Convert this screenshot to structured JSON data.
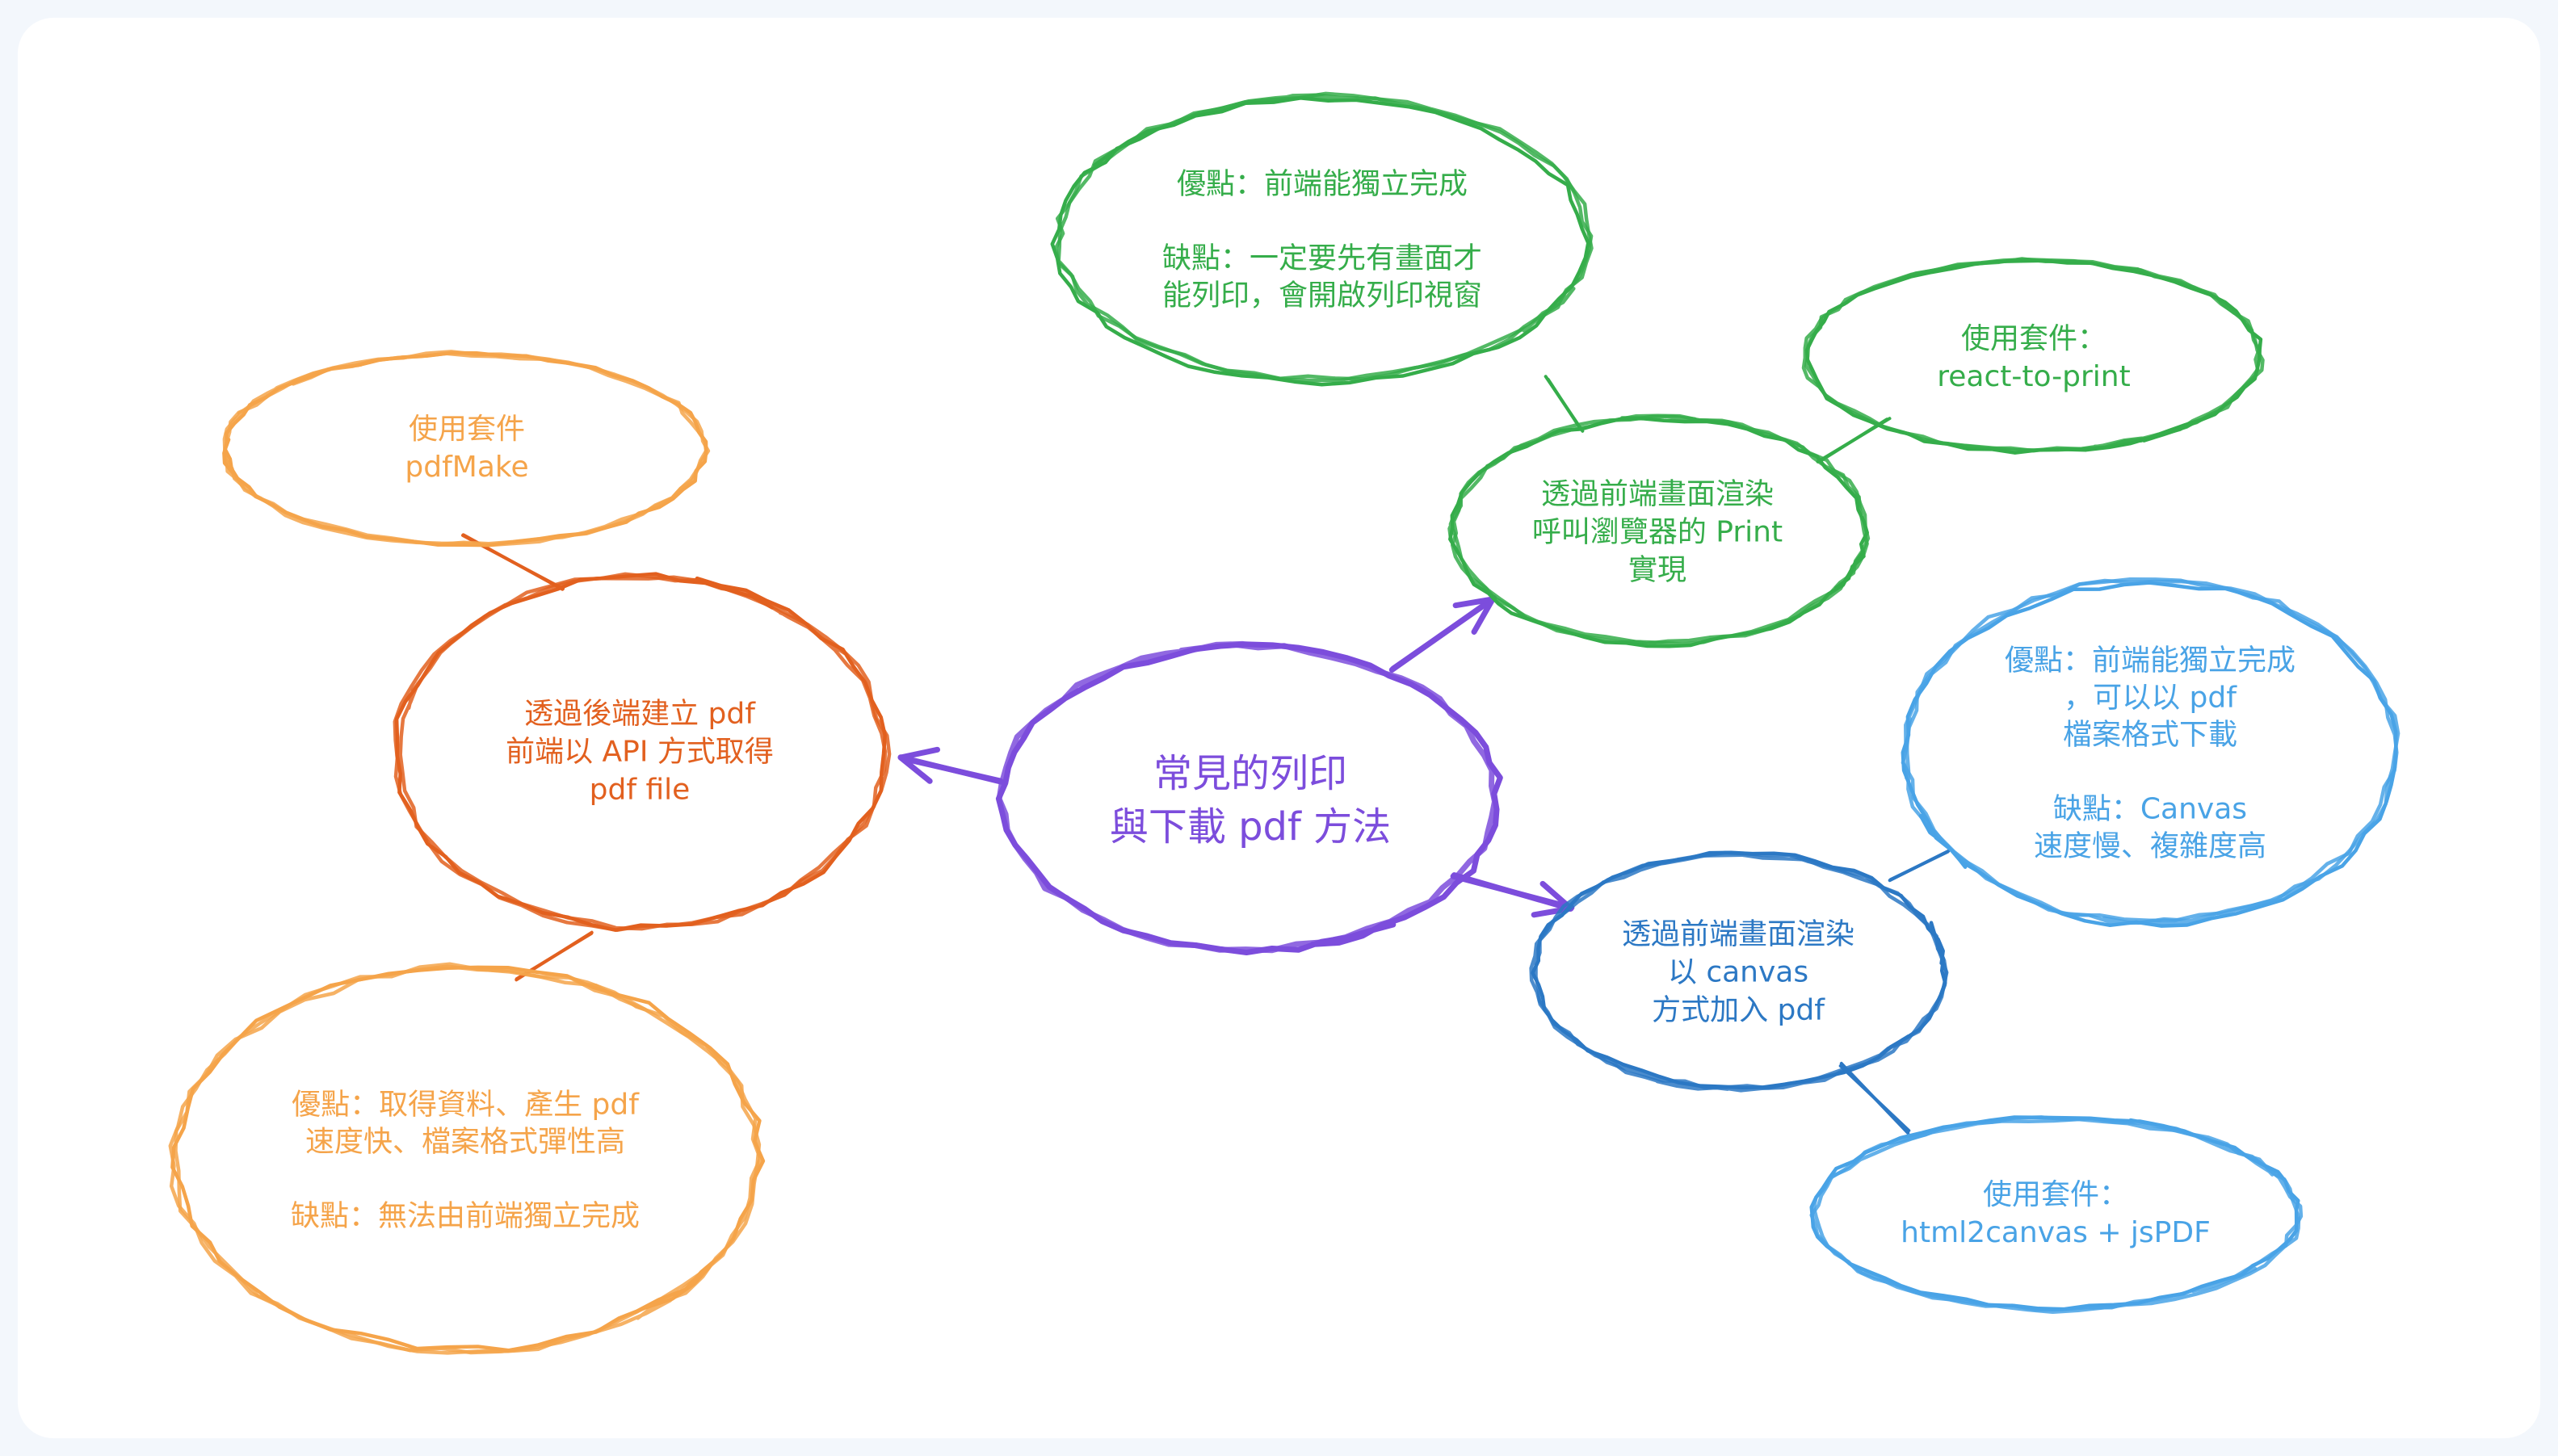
{
  "colors": {
    "center": "#7c4ddc",
    "backend": "#e2601f",
    "backend_light": "#f5a44a",
    "print": "#35ad4a",
    "canvas": "#2c78c4",
    "canvas_light": "#49a3e6"
  },
  "nodes": {
    "center": {
      "lines": [
        "常見的列印",
        "與下載 pdf 方法"
      ]
    },
    "backend": {
      "lines": [
        "透過後端建立 pdf",
        "前端以 API 方式取得",
        "pdf file"
      ]
    },
    "backend_lib": {
      "lines": [
        "使用套件",
        "pdfMake"
      ]
    },
    "backend_proscons": {
      "lines": [
        "優點：取得資料、產生 pdf",
        "速度快、檔案格式彈性高",
        "",
        "缺點：無法由前端獨立完成"
      ]
    },
    "print": {
      "lines": [
        "透過前端畫面渲染",
        "呼叫瀏覽器的 Print",
        "實現"
      ]
    },
    "print_proscons": {
      "lines": [
        "優點：前端能獨立完成",
        "",
        "缺點：一定要先有畫面才",
        "能列印，會開啟列印視窗"
      ]
    },
    "print_lib": {
      "lines": [
        "使用套件：",
        "react-to-print"
      ]
    },
    "canvas": {
      "lines": [
        "透過前端畫面渲染",
        "以 canvas",
        "方式加入 pdf"
      ]
    },
    "canvas_proscons": {
      "lines": [
        "優點：前端能獨立完成",
        "，可以以 pdf",
        "檔案格式下載",
        "",
        "缺點：Canvas",
        "速度慢、複雜度高"
      ]
    },
    "canvas_lib": {
      "lines": [
        "使用套件：",
        "html2canvas + jsPDF"
      ]
    }
  }
}
